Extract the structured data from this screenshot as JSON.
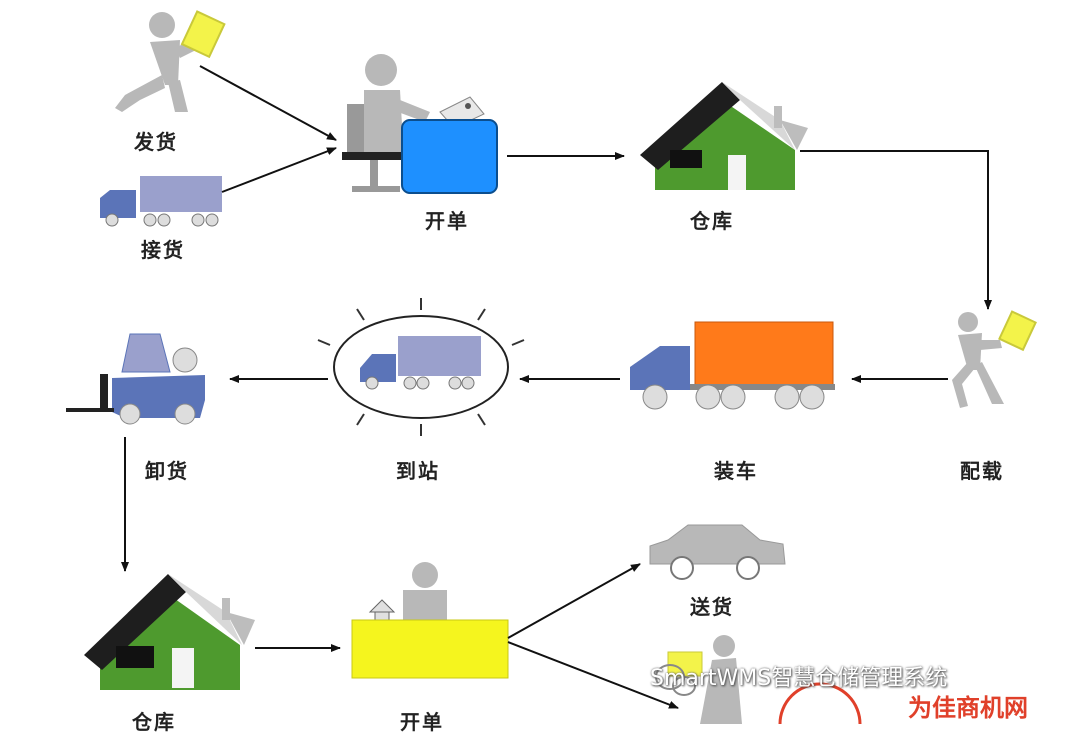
{
  "labels": {
    "ship": "发货",
    "receive": "接货",
    "order1": "开单",
    "warehouse1": "仓库",
    "allocate": "配载",
    "load": "装车",
    "arrive": "到站",
    "unload": "卸货",
    "warehouse2": "仓库",
    "order2": "开单",
    "deliver": "送货"
  },
  "watermark": {
    "text": "SmartWMS智慧仓储管理系统",
    "site": "为佳商机网"
  },
  "colors": {
    "house_green": "#4e9a2e",
    "roof_dark": "#1e1e1e",
    "computer_blue": "#1e90ff",
    "truck_blue": "#5b74b8",
    "container_orange": "#ff7a1a",
    "cargo_lavender": "#9aa0cc",
    "person_gray": "#b8b8b8",
    "paper_yellow": "#f3f34a",
    "counter_yellow": "#f5f51e"
  }
}
